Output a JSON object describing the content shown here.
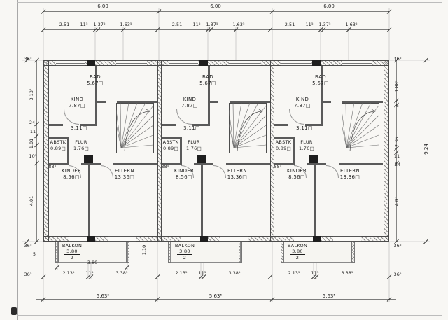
{
  "units": [
    {
      "bad_name": "BAD",
      "bad_area": "5.67□",
      "kind_name": "KIND",
      "kind_area": "7.87□",
      "hall_area": "3.11□",
      "abstk_name": "ABSTK",
      "abstk_area": "0.89□",
      "flur_name": "FLUR",
      "flur_area": "1.76□",
      "kinder_name": "KINDER",
      "kinder_area": "8.56□",
      "eltern_name": "ELTERN",
      "eltern_area": "13.36□",
      "balkon_name": "BALKON",
      "balkon_num": "3.80",
      "balkon_den": "2",
      "door_dim": "88⁵"
    },
    {
      "bad_name": "BAD",
      "bad_area": "5.67□",
      "kind_name": "KIND",
      "kind_area": "7.87□",
      "hall_area": "3.11□",
      "abstk_name": "ABSTK",
      "abstk_area": "0.89□",
      "flur_name": "FLUR",
      "flur_area": "1.76□",
      "kinder_name": "KINDER",
      "kinder_area": "8.56□",
      "eltern_name": "ELTERN",
      "eltern_area": "13.36□",
      "balkon_name": "BALKON",
      "balkon_num": "3.80",
      "balkon_den": "2",
      "door_dim": "88⁵"
    },
    {
      "bad_name": "BAD",
      "bad_area": "5.67□",
      "kind_name": "KIND",
      "kind_area": "7.87□",
      "hall_area": "3.11□",
      "abstk_name": "ABSTK",
      "abstk_area": "0.89□",
      "flur_name": "FLUR",
      "flur_area": "1.76□",
      "kinder_name": "KINDER",
      "kinder_area": "8.56□",
      "eltern_name": "ELTERN",
      "eltern_area": "13.36□",
      "balkon_name": "BALKON",
      "balkon_num": "3.80",
      "balkon_den": "2",
      "door_dim": "88⁵"
    }
  ],
  "dims": {
    "top_units": [
      "6.00",
      "6.00",
      "6.00"
    ],
    "top_sub": [
      [
        "2.51",
        "11⁵",
        "1.37⁵",
        "1.63⁵"
      ],
      [
        "2.51",
        "11⁵",
        "1.37⁵",
        "1.63⁵"
      ],
      [
        "2.51",
        "11⁵",
        "1.37⁵",
        "1.63⁵"
      ]
    ],
    "left": {
      "a": "36⁵",
      "b": "3.13⁵",
      "c": "24",
      "d": "11",
      "e": "1.01",
      "f": "10⁵",
      "g": "4.01",
      "h": "36⁵",
      "i": "5"
    },
    "right": {
      "a": "36⁵",
      "b": "1.88⁵",
      "c": "5",
      "d": "2.36",
      "e": "11",
      "f": "24",
      "g": "4.01",
      "h": "36⁵"
    },
    "right_total": "9.24",
    "bottom_sub": [
      [
        "2.13⁵",
        "11⁵",
        "3.38⁵"
      ],
      [
        "2.13⁵",
        "11⁵",
        "3.38⁵"
      ],
      [
        "2.13⁵",
        "11⁵",
        "3.38⁵"
      ]
    ],
    "bottom_totals": [
      "5.63⁵",
      "5.63⁵",
      "5.63⁵"
    ],
    "bottom_corner_left": "36⁵",
    "bottom_corner_right": "36⁵",
    "balcony_width": "3.80",
    "balcony_depth": "1.10"
  }
}
